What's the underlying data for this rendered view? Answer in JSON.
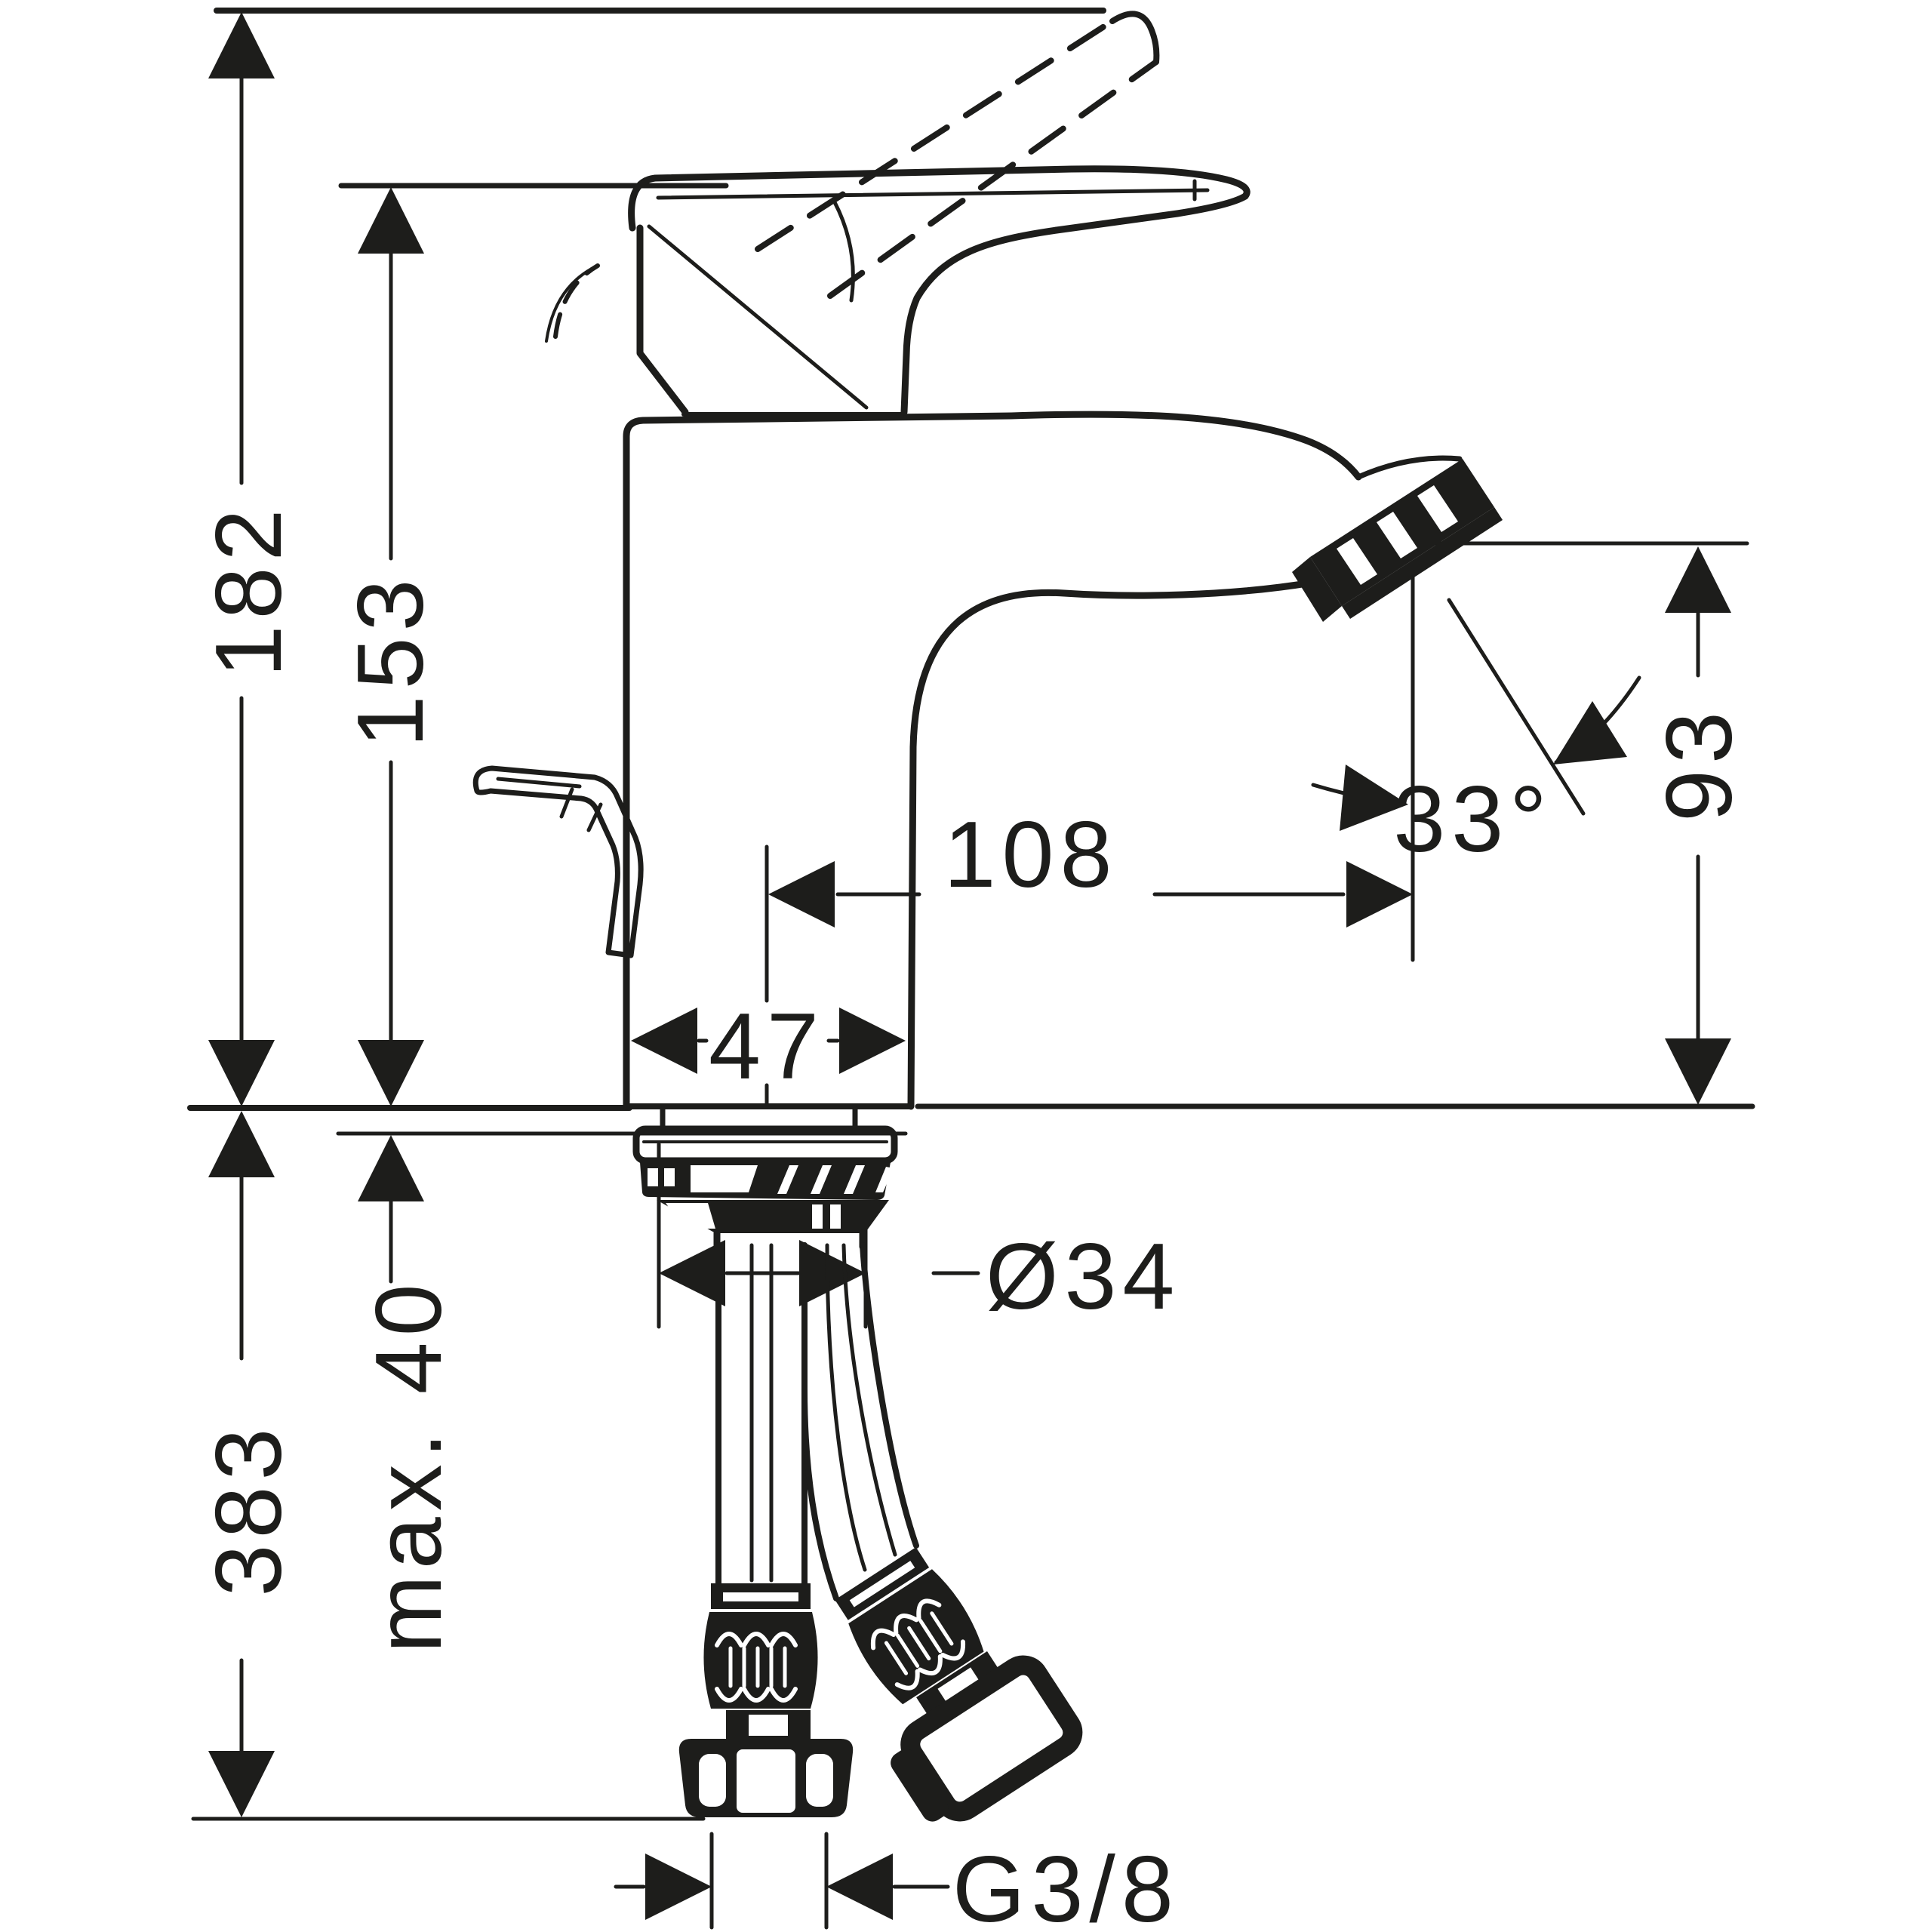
{
  "page": {
    "background_color": "#ffffff",
    "line_color": "#1d1d1b"
  },
  "drawing": {
    "type": "technical dimension drawing",
    "subject": "single-lever basin mixer tap, side elevation with flexible supply hoses",
    "units": "mm",
    "labels": {
      "height_handle_raised": "182",
      "height_handle": "153",
      "spout_outlet_height": "93",
      "spout_reach": "108",
      "body_width": "47",
      "spray_angle": "33°",
      "deck_hole_diameter": "Ø34",
      "max_deck_thickness": "max. 40",
      "depth_below_deck": "383",
      "connection_thread": "G3/8"
    }
  }
}
